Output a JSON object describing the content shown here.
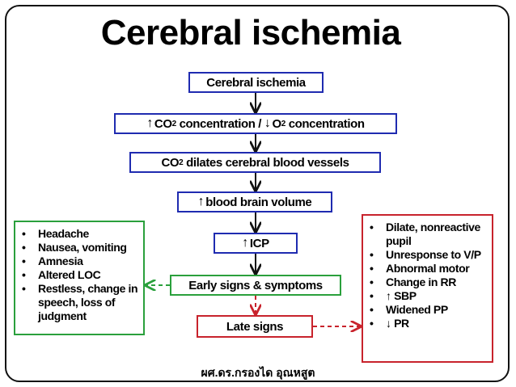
{
  "title": "Cerebral ischemia",
  "flow": {
    "box1": "Cerebral ischemia",
    "box2": {
      "part1": "CO",
      "sub1": "2",
      "part2": " concentration / ",
      "part3": "O",
      "sub2": "2",
      "part4": " concentration"
    },
    "box3": {
      "part1": "CO",
      "sub1": "2",
      "part2": " dilates cerebral blood vessels"
    },
    "box4": "blood brain volume",
    "box5": "ICP",
    "early": "Early signs & symptoms",
    "late": "Late signs"
  },
  "symbols": {
    "up": "↑",
    "down": "↓"
  },
  "early_list": [
    "Headache",
    "Nausea, vomiting",
    "Amnesia",
    "Altered LOC",
    "Restless, change in speech, loss of judgment"
  ],
  "late_list": [
    "Dilate, nonreactive pupil",
    "Unresponse to V/P",
    "Abnormal motor",
    "Change in RR",
    "↑ SBP",
    "Widened PP",
    "↓ PR"
  ],
  "author": "ผศ.ดร.กรองได อุณหสูต",
  "colors": {
    "blue": "#1f2bb0",
    "green": "#2aa03c",
    "red": "#c8232c",
    "arrow": "#111111"
  }
}
